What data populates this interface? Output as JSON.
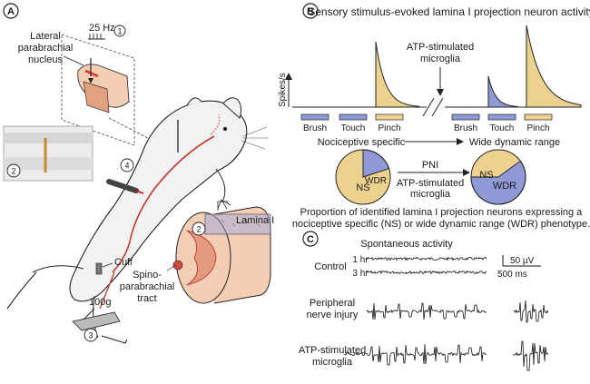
{
  "panel_a": {
    "label": "A",
    "lpb_line1": "Lateral",
    "lpb_line2": "parabrachial",
    "lpb_line3": "nucleus",
    "stim_freq": "25 Hz",
    "step1": "1",
    "step2": "2",
    "step2b": "2",
    "step3": "3",
    "step4": "4",
    "lamina_label": "Lamina I",
    "cuff_label": "Cuff",
    "weight_label": "100g",
    "tract_line1": "Spino-",
    "tract_line2": "parabrachial",
    "tract_line3": "tract"
  },
  "panel_b": {
    "label": "B",
    "title": "Sensory stimulus-evoked lamina I projection neuron activity",
    "ylabel": "Spikes/s",
    "atp_line1": "ATP-stimulated",
    "atp_line2": "microglia",
    "stimuli_left": [
      "Brush",
      "Touch",
      "Pinch"
    ],
    "stimuli_right": [
      "Brush",
      "Touch",
      "Pinch"
    ],
    "ns_label": "Nociceptive specific",
    "wdr_label": "Wide dynamic range",
    "pie_left": {
      "WDR": 0.2,
      "NS": 0.8
    },
    "pie_right": {
      "WDR": 0.6,
      "NS": 0.4
    },
    "pie_left_labels": [
      "WDR",
      "NS"
    ],
    "pie_right_labels": [
      "NS",
      "WDR"
    ],
    "arrow_top": "PNI",
    "arrow_bottom1": "ATP-stimulated",
    "arrow_bottom2": "microglia",
    "caption1": "Proportion of identified lamina I projection neurons expressing a",
    "caption2": "nociceptive specific (NS) or wide dynamic range (WDR) phenotype."
  },
  "panel_c": {
    "label": "C",
    "title": "Spontaneous activity",
    "control_label": "Control",
    "time1": "1 hr",
    "time2": "3 hr",
    "scale_v": "50 µV",
    "scale_t": "500 ms",
    "pni_line1": "Peripheral",
    "pni_line2": "nerve injury",
    "atp_line1": "ATP-stimulated",
    "atp_line2": "microglia"
  },
  "colors": {
    "ns_yellow": "#ecd28e",
    "wdr_blue": "#8e99d6",
    "nerve_red": "#c0392b",
    "tissue": "#f2d3c0",
    "rat_fill": "#f2f2f2"
  }
}
